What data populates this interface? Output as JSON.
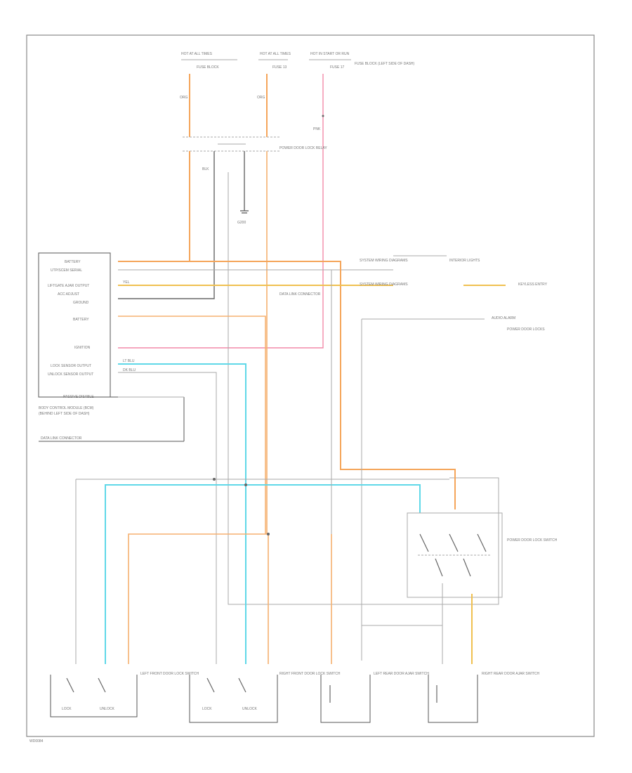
{
  "footer_code": "WD0084",
  "module": {
    "pins": [
      "BATTERY",
      "UTP/SCEM SERIAL",
      "LIFTGATE AJAR OUTPUT",
      "ACC ADJUST",
      "GROUND",
      "BATTERY",
      "IGNITION",
      "LOCK SENSOR OUTPUT",
      "UNLOCK SENSOR OUTPUT",
      "PASSIVE DISABLE"
    ],
    "name": "BODY CONTROL MODULE (BCM)",
    "location": "(BEHIND LEFT SIDE OF DASH)"
  },
  "fuses": [
    {
      "label": "HOT AT ALL TIMES",
      "name": "FUSE BLOCK"
    },
    {
      "label": "HOT AT ALL TIMES",
      "name": "FUSE 13"
    },
    {
      "label": "HOT IN START OR RUN",
      "name": "FUSE 17"
    }
  ],
  "fuse_block_note": "FUSE BLOCK (LEFT SIDE OF DASH)",
  "junction": "POWER DOOR LOCK RELAY",
  "ground": "G200",
  "data_link": "DATA LINK CONNECTOR",
  "refs": [
    {
      "ref": "SYSTEM WIRING DIAGRAMS",
      "note": "INTERIOR LIGHTS"
    },
    {
      "ref": "SYSTEM WIRING DIAGRAMS",
      "note": "KEYLESS ENTRY"
    },
    {
      "ref": "AUDIO ALARM",
      "note": "POWER DOOR LOCKS"
    }
  ],
  "dlc_label": "DATA LINK CONNECTOR",
  "master_switch": "POWER DOOR LOCK SWITCH",
  "switches": [
    {
      "name": "LEFT FRONT DOOR LOCK SWITCH",
      "lock": "LOCK",
      "unlock": "UNLOCK"
    },
    {
      "name": "RIGHT FRONT DOOR LOCK SWITCH",
      "lock": "LOCK",
      "unlock": "UNLOCK"
    },
    {
      "name": "LEFT REAR DOOR AJAR SWITCH",
      "lock": "",
      "unlock": ""
    },
    {
      "name": "RIGHT REAR DOOR AJAR SWITCH",
      "lock": "",
      "unlock": ""
    }
  ],
  "wire_labels": {
    "org": "ORG",
    "blk": "BLK",
    "pnk": "PNK",
    "ltblu": "LT BLU",
    "yel": "YEL",
    "dkblu": "DK BLU"
  },
  "colors": {
    "orange": "#f5a55a",
    "pink": "#f28aa8",
    "cyan": "#5fd8e8",
    "yellow": "#f0c050",
    "gray": "#aaaaaa"
  }
}
